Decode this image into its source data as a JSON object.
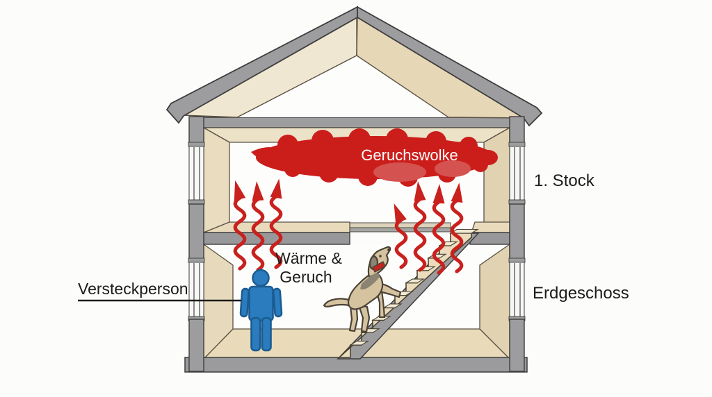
{
  "labels": {
    "cloud": "Geruchswolke",
    "first_floor": "1. Stock",
    "ground_floor": "Erdgeschoss",
    "hidden_person": "Versteckperson",
    "warmth_line1": "Wärme &",
    "warmth_line2": "Geruch"
  },
  "colors": {
    "scent_red": "#c9211e",
    "cloud_red": "#cb1e1b",
    "cloud_red_light": "#d4524f",
    "person_blue": "#2b7cbe",
    "person_outline": "#1a5c92",
    "wood_beige": "#e8dabb",
    "structure_gray": "#9d9d9f",
    "dog_tan": "#d5c3a0",
    "dog_patch": "#8c8472",
    "collar_red": "#c1251f",
    "text_dark": "#1c1c1a",
    "cloud_text": "#ffffff",
    "background": "#fcfcfa"
  },
  "figures": {
    "cloud_icon": "smell-cloud",
    "arrows_icon": "scent-rise-arrows",
    "person_icon": "hidden-person-pictogram",
    "dog_icon": "search-dog",
    "stairs_icon": "staircase",
    "house_icon": "house-cross-section"
  }
}
